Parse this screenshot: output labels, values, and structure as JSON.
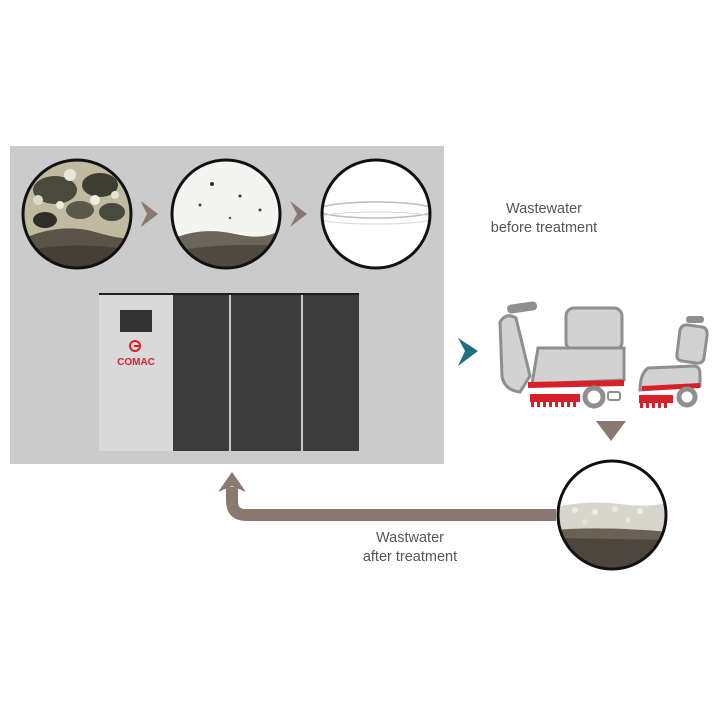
{
  "labels": {
    "before_line1": "Wastewater",
    "before_line2": "before treatment",
    "after_line1": "Wastwater",
    "after_line2": "after treatment"
  },
  "brand": {
    "name": "COMAC",
    "color": "#d8202a"
  },
  "colors": {
    "panel": "#cbcbcb",
    "unit_dark": "#3b3b3b",
    "unit_light": "#d9d9d9",
    "arrow_brown": "#8b7870",
    "arrow_teal": "#1f6e7d",
    "text": "#555555"
  },
  "stages": [
    "sludge-heavy-sample",
    "partially-settled-sample",
    "clear-water-sample"
  ]
}
